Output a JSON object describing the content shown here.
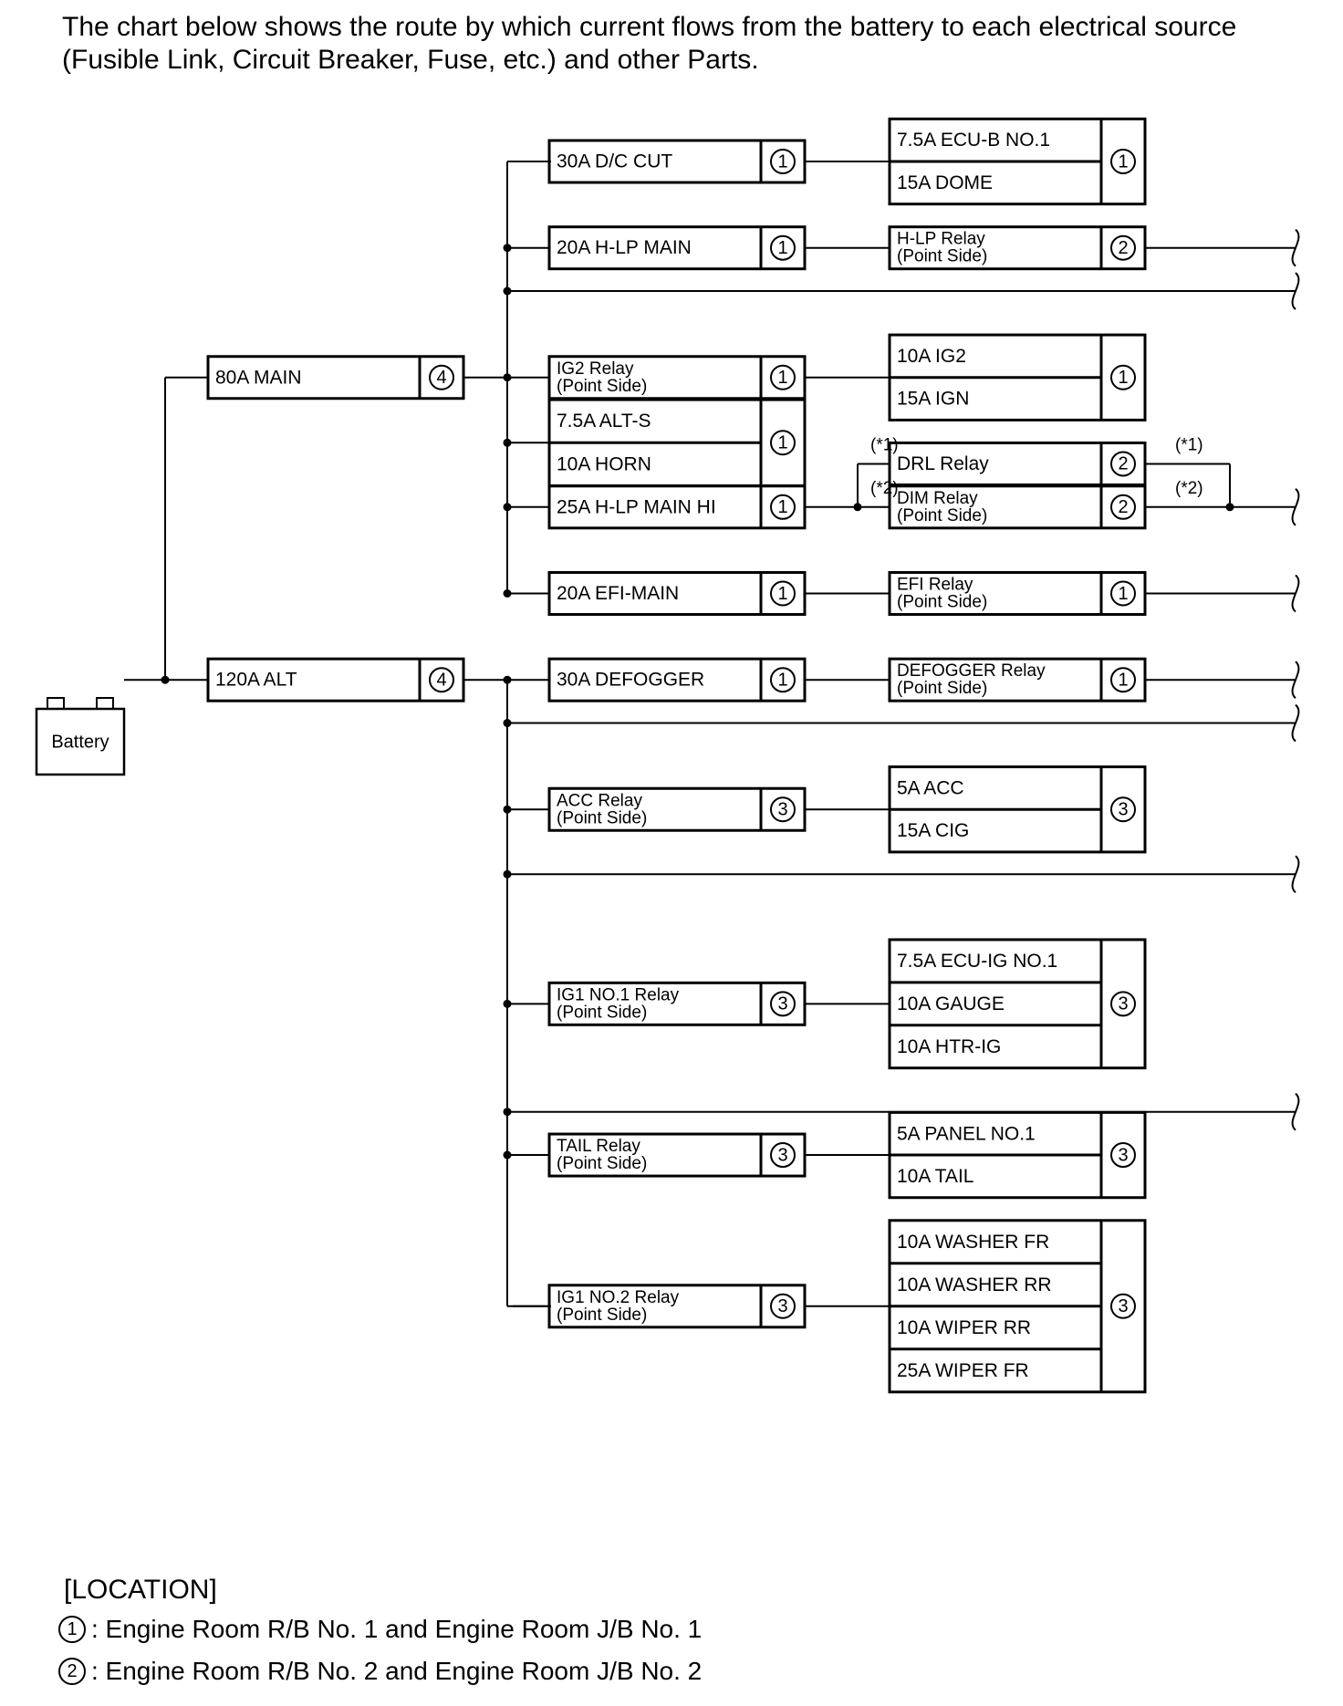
{
  "intro": {
    "line1": "The chart below shows the route by which current flows from the battery to each electrical source",
    "line2": "(Fusible Link, Circuit Breaker, Fuse, etc.) and other Parts."
  },
  "battery": {
    "label": "Battery"
  },
  "links": [
    {
      "id": "main",
      "label": "80A MAIN",
      "loc": "4"
    },
    {
      "id": "alt",
      "label": "120A ALT",
      "loc": "4"
    }
  ],
  "feeds": [
    {
      "id": "dc_cut",
      "bus": "main",
      "lines": [
        "30A D/C CUT"
      ],
      "loc": "1",
      "target": "ecu_dome"
    },
    {
      "id": "hlp_main",
      "bus": "main",
      "lines": [
        "20A H-LP MAIN"
      ],
      "loc": "1",
      "target": "hlp_relay"
    },
    {
      "id": "ig2_relay",
      "bus": "main",
      "lines": [
        "IG2 Relay",
        "(Point Side)"
      ],
      "loc": "1",
      "target": "ig2_ign"
    },
    {
      "id": "alt_horn",
      "bus": "main",
      "lines": [
        "7.5A ALT-S",
        "10A HORN"
      ],
      "loc": "1",
      "target": null
    },
    {
      "id": "hlp_main_hi",
      "bus": "main",
      "lines": [
        "25A H-LP MAIN HI"
      ],
      "loc": "1",
      "target": "drl_dim"
    },
    {
      "id": "efi_main",
      "bus": "main",
      "lines": [
        "20A EFI-MAIN"
      ],
      "loc": "1",
      "target": "efi_relay"
    },
    {
      "id": "defogger",
      "bus": "alt",
      "lines": [
        "30A DEFOGGER"
      ],
      "loc": "1",
      "target": "defogger_relay"
    },
    {
      "id": "acc_relay",
      "bus": "alt",
      "lines": [
        "ACC Relay",
        "(Point Side)"
      ],
      "loc": "3",
      "target": "acc_cig"
    },
    {
      "id": "ig1_no1",
      "bus": "alt",
      "lines": [
        "IG1 NO.1 Relay",
        "(Point Side)"
      ],
      "loc": "3",
      "target": "ig1_group"
    },
    {
      "id": "tail_relay",
      "bus": "alt",
      "lines": [
        "TAIL Relay",
        "(Point Side)"
      ],
      "loc": "3",
      "target": "tail_group"
    },
    {
      "id": "ig1_no2",
      "bus": "alt",
      "lines": [
        "IG1 NO.2 Relay",
        "(Point Side)"
      ],
      "loc": "3",
      "target": "washer_group"
    }
  ],
  "loads": [
    {
      "id": "ecu_dome",
      "lines": [
        "7.5A ECU-B NO.1",
        "15A DOME"
      ],
      "loc": "1",
      "out": false
    },
    {
      "id": "hlp_relay",
      "lines": [
        "H-LP Relay",
        "(Point Side)"
      ],
      "loc": "2",
      "out": true
    },
    {
      "id": "ig2_ign",
      "lines": [
        "10A IG2",
        "15A IGN"
      ],
      "loc": "1",
      "out": false
    },
    {
      "id": "drl_relay",
      "lines": [
        "DRL Relay"
      ],
      "loc": "2",
      "out": true
    },
    {
      "id": "dim_relay",
      "lines": [
        "DIM Relay",
        "(Point Side)"
      ],
      "loc": "2",
      "out": true
    },
    {
      "id": "efi_relay",
      "lines": [
        "EFI Relay",
        "(Point Side)"
      ],
      "loc": "1",
      "out": true
    },
    {
      "id": "defogger_relay",
      "lines": [
        "DEFOGGER Relay",
        "(Point Side)"
      ],
      "loc": "1",
      "out": true
    },
    {
      "id": "acc_cig",
      "lines": [
        "5A ACC",
        "15A CIG"
      ],
      "loc": "3",
      "out": false
    },
    {
      "id": "ig1_group",
      "lines": [
        "7.5A ECU-IG NO.1",
        "10A GAUGE",
        "10A HTR-IG"
      ],
      "loc": "3",
      "out": false
    },
    {
      "id": "tail_group",
      "lines": [
        "5A PANEL NO.1",
        "10A TAIL"
      ],
      "loc": "3",
      "out": false
    },
    {
      "id": "washer_group",
      "lines": [
        "10A WASHER FR",
        "10A WASHER RR",
        "10A WIPER RR",
        "25A WIPER FR"
      ],
      "loc": "3",
      "out": false
    }
  ],
  "direct_taps": [
    {
      "id": "main_tap",
      "bus": "main"
    },
    {
      "id": "alt_tap_1",
      "bus": "alt"
    },
    {
      "id": "alt_tap_2",
      "bus": "alt"
    },
    {
      "id": "alt_tap_3",
      "bus": "alt"
    }
  ],
  "notes": {
    "star1": "(*1)",
    "star2": "(*2)"
  },
  "location": {
    "heading": "[LOCATION]",
    "items": [
      {
        "num": "1",
        "text": ": Engine Room R/B No. 1 and Engine Room J/B No. 1"
      },
      {
        "num": "2",
        "text": ": Engine Room R/B No. 2 and Engine Room J/B No. 2"
      }
    ]
  }
}
